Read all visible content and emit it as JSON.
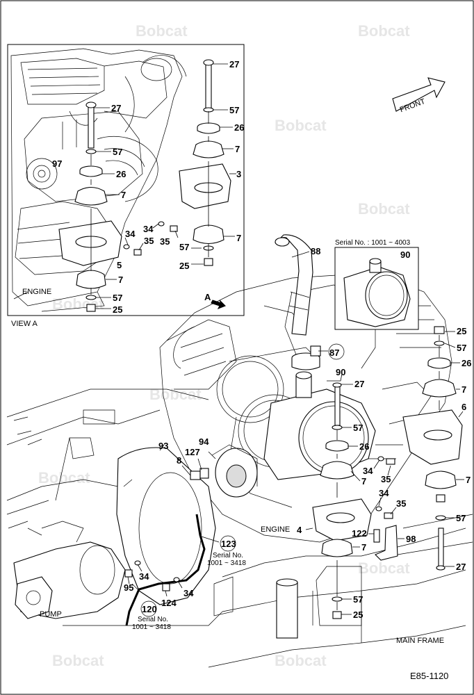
{
  "watermark": "Bobcat",
  "view_caption": "VIEW A",
  "view_letter": "A",
  "captions": {
    "engine_inset": "ENGINE",
    "engine_main": "ENGINE",
    "pump": "PUMP",
    "main_frame": "MAIN FRAME",
    "front": "FRONT",
    "drawing_number": "E85-1120"
  },
  "serial_notes": {
    "inset_90": "Serial No. : 1001 ~ 4003",
    "part_123": "Serial No.\n1001 ~ 3418",
    "part_123_line1": "Serial No.",
    "part_123_line2": "1001 ~ 3418",
    "part_120_line1": "Serial No.",
    "part_120_line2": "1001 ~ 3418"
  },
  "callouts": {
    "c27a": "27",
    "c57a": "57",
    "c26a": "26",
    "c7a": "7",
    "c3": "3",
    "c27b": "27",
    "c57b": "57",
    "c97": "97",
    "c26b": "26",
    "c7b": "7",
    "c34a": "34",
    "c35a": "35",
    "c34b": "34",
    "c35b": "35",
    "c7c": "7",
    "c57c": "57",
    "c25a": "25",
    "c5": "5",
    "c7d": "7",
    "c57d": "57",
    "c25b": "25",
    "c88": "88",
    "c90a": "90",
    "c87": "87",
    "c90b": "90",
    "c27c": "27",
    "c25c": "25",
    "c57e": "57",
    "c26c": "26",
    "c7e": "7",
    "c6": "6",
    "c57f": "57",
    "c26d": "26",
    "c93": "93",
    "c94": "94",
    "c127": "127",
    "c8": "8",
    "c34c": "34",
    "c35c": "35",
    "c7f": "7",
    "c7g": "7",
    "c34d": "34",
    "c35d": "35",
    "c4": "4",
    "c122": "122",
    "c98": "98",
    "c57g": "57",
    "c7h": "7",
    "c123": "123",
    "c95": "95",
    "c34e": "34",
    "c124": "124",
    "c34f": "34",
    "c120": "120",
    "c27d": "27",
    "c57h": "57",
    "c25d": "25"
  }
}
